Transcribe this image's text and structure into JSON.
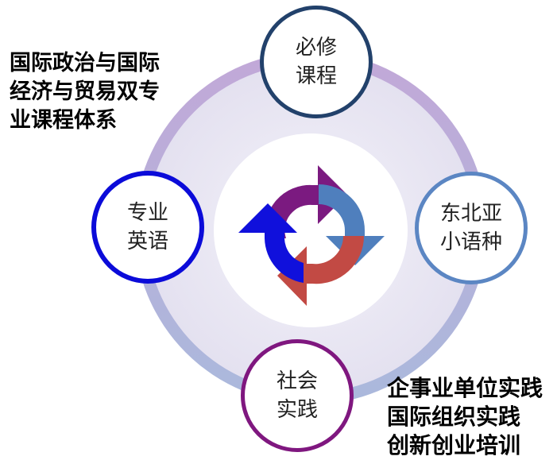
{
  "left_note": {
    "lines": [
      "国际政治与国际",
      "经济与贸易双专",
      "业课程体系"
    ]
  },
  "bottom_note": {
    "lines": [
      "企事业单位实践",
      "国际组织实践",
      "创新创业培训"
    ]
  },
  "nodes": {
    "top": {
      "line1": "必修",
      "line2": "课程",
      "border_color": "#22416b"
    },
    "right": {
      "line1": "东北亚",
      "line2": "小语种",
      "border_color": "#5b86c3"
    },
    "bottom": {
      "line1": "社会",
      "line2": "实践",
      "border_color": "#7f177f"
    },
    "left": {
      "line1": "专业",
      "line2": "英语",
      "border_color": "#0b0bd9"
    }
  },
  "cycle_arrows": {
    "colors": [
      "#7b1a80",
      "#4f7fbd",
      "#c24a44",
      "#1010dc"
    ]
  },
  "ring_colors": {
    "outer": "#b9abd2",
    "inner_fill": "#ecedf6",
    "hub": "#ffffff"
  }
}
